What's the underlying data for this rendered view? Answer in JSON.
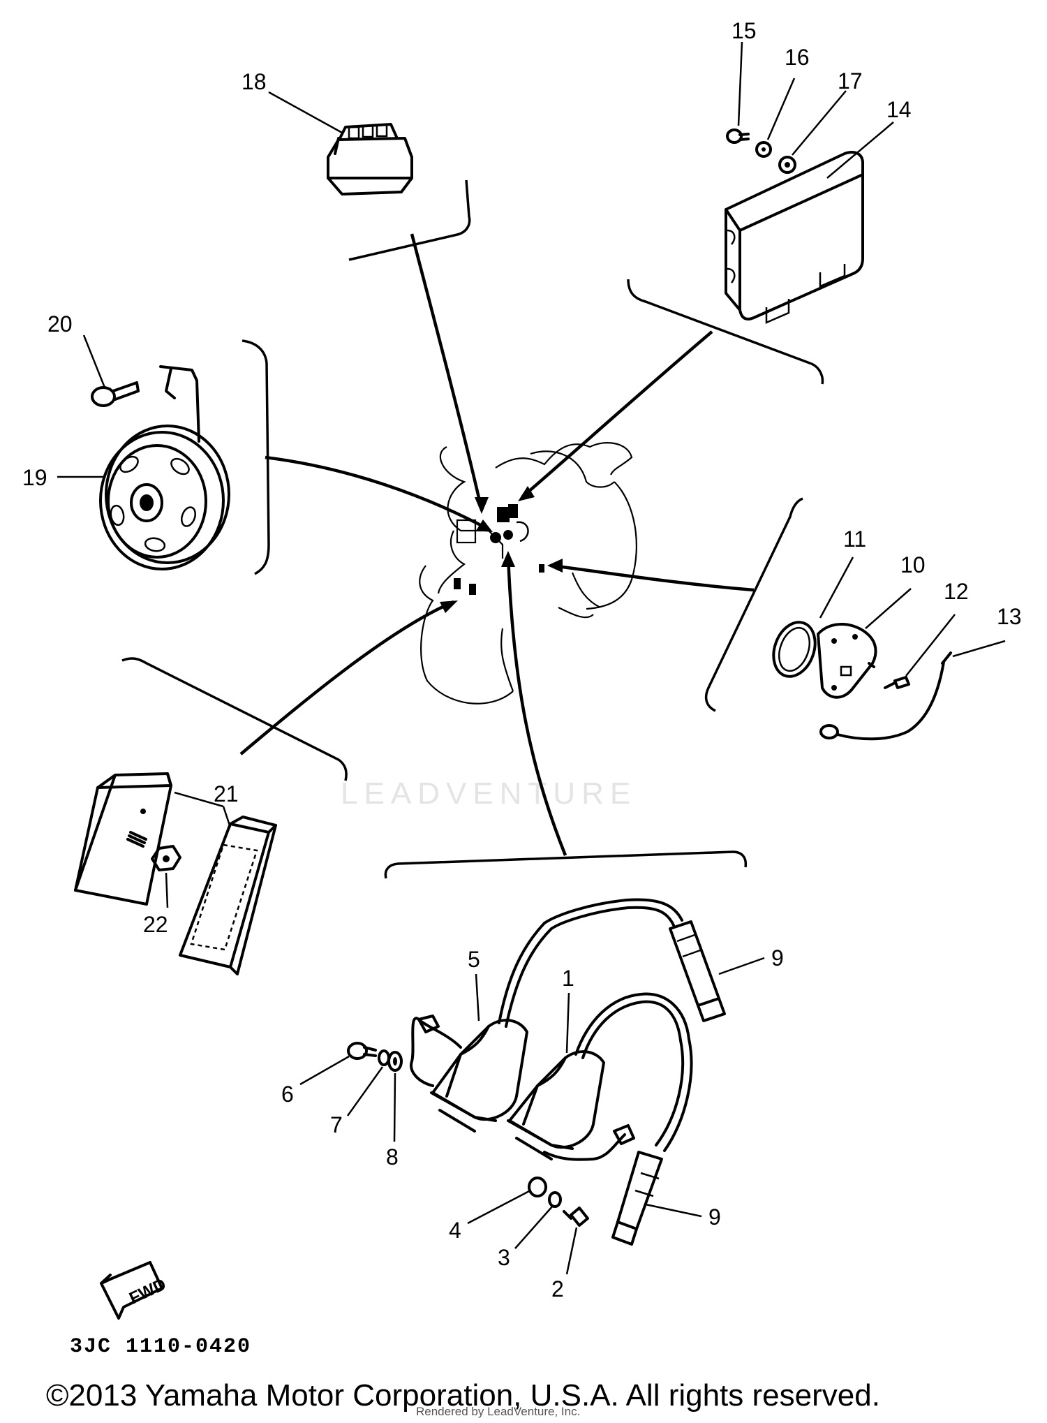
{
  "callouts": {
    "p1": "1",
    "p2": "2",
    "p3": "3",
    "p4": "4",
    "p5": "5",
    "p6": "6",
    "p7": "7",
    "p8": "8",
    "p9a": "9",
    "p9b": "9",
    "p10": "10",
    "p11": "11",
    "p12": "12",
    "p13": "13",
    "p14": "14",
    "p15": "15",
    "p16": "16",
    "p17": "17",
    "p18": "18",
    "p19": "19",
    "p20": "20",
    "p21": "21",
    "p22": "22"
  },
  "fwd_label": "FWD",
  "diagram_code": "3JC 1110-0420",
  "copyright": "©2013 Yamaha Motor Corporation, U.S.A. All rights reserved.",
  "credit": "Rendered by LeadVenture, Inc.",
  "watermark": "LEADVENTURE"
}
